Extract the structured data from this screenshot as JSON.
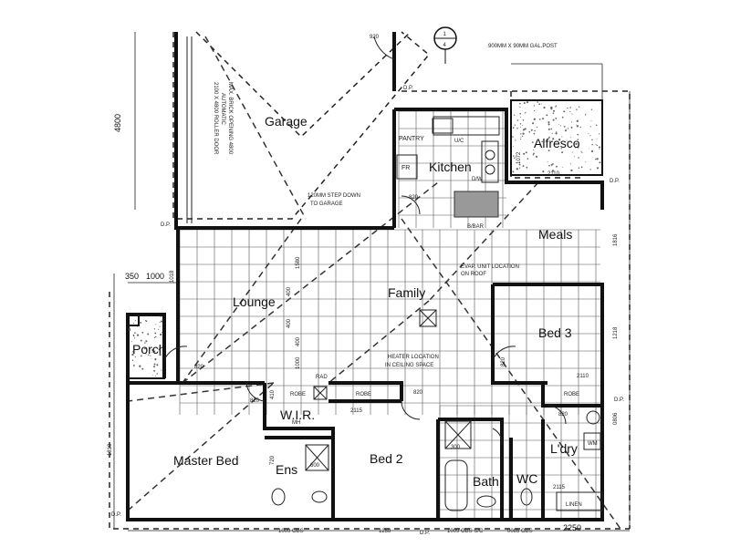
{
  "rooms": {
    "garage": "Garage",
    "alfresco": "Alfresco",
    "kitchen": "Kitchen",
    "meals": "Meals",
    "lounge": "Lounge",
    "family": "Family",
    "bed3": "Bed 3",
    "porch": "Porch",
    "master": "Master Bed",
    "bed2": "Bed 2",
    "ens": "Ens",
    "wir": "W.I.R.",
    "bath": "Bath",
    "wc": "WC",
    "laundry": "L'dry"
  },
  "fixtures": {
    "pantry": "PANTRY",
    "uc": "U/C",
    "fr": "FR",
    "dw": "D/W",
    "bbar": "B/BAR",
    "robe1": "ROBE",
    "robe2": "ROBE",
    "robe3": "ROBE",
    "linen": "LINEN",
    "wm": "WM",
    "mh": "MH",
    "rad": "RAD",
    "dp1": "D.P.",
    "dp2": "D.P.",
    "dp3": "D.P.",
    "dp4": "D.P.",
    "dp5": "D.P.",
    "dp6": "D.P."
  },
  "notes": {
    "roller_door_1": "2100 X 4800 ROLLER DOOR",
    "roller_door_2": "AUTOMATIC",
    "roller_door_3": "MAX. BRICK OPENING 4800",
    "step_down_1": "120MM STEP DOWN",
    "step_down_2": "TO GARAGE",
    "evap_1": "EVAP. UNIT LOCATION",
    "evap_2": "ON ROOF",
    "heater_1": "HEATER LOCATION",
    "heater_2": "IN CEILING SPACE",
    "gal_post": "900MM X 90MM GAL.POST"
  },
  "section_marker": {
    "top": "1",
    "bottom": "4"
  },
  "dimensions": {
    "d4800": "4800",
    "d350": "350",
    "d1000": "1000",
    "d1810": "1810",
    "d1018": "1018",
    "d2250": "2250",
    "d1258": "1258",
    "d1009obs": "1009 OBS",
    "d1009obssc": "1009 OBS S/C",
    "d0085obs": "0085 OBS",
    "d1580": "1580",
    "d400a": "400",
    "d400b": "400",
    "d400c": "400",
    "d1000v": "1000",
    "d2110a": "2110",
    "d2110b": "2110",
    "d2115a": "2115",
    "d2115b": "2115",
    "d820a": "820",
    "d820b": "820",
    "d820c": "820",
    "d820d": "820",
    "d820e": "820",
    "d820f": "820",
    "d720": "720",
    "d410": "410",
    "d1072": "1072",
    "d1816": "1816",
    "d1218": "1218",
    "d0806": "0806",
    "d300": "300",
    "d600": "600",
    "d920": "920"
  }
}
